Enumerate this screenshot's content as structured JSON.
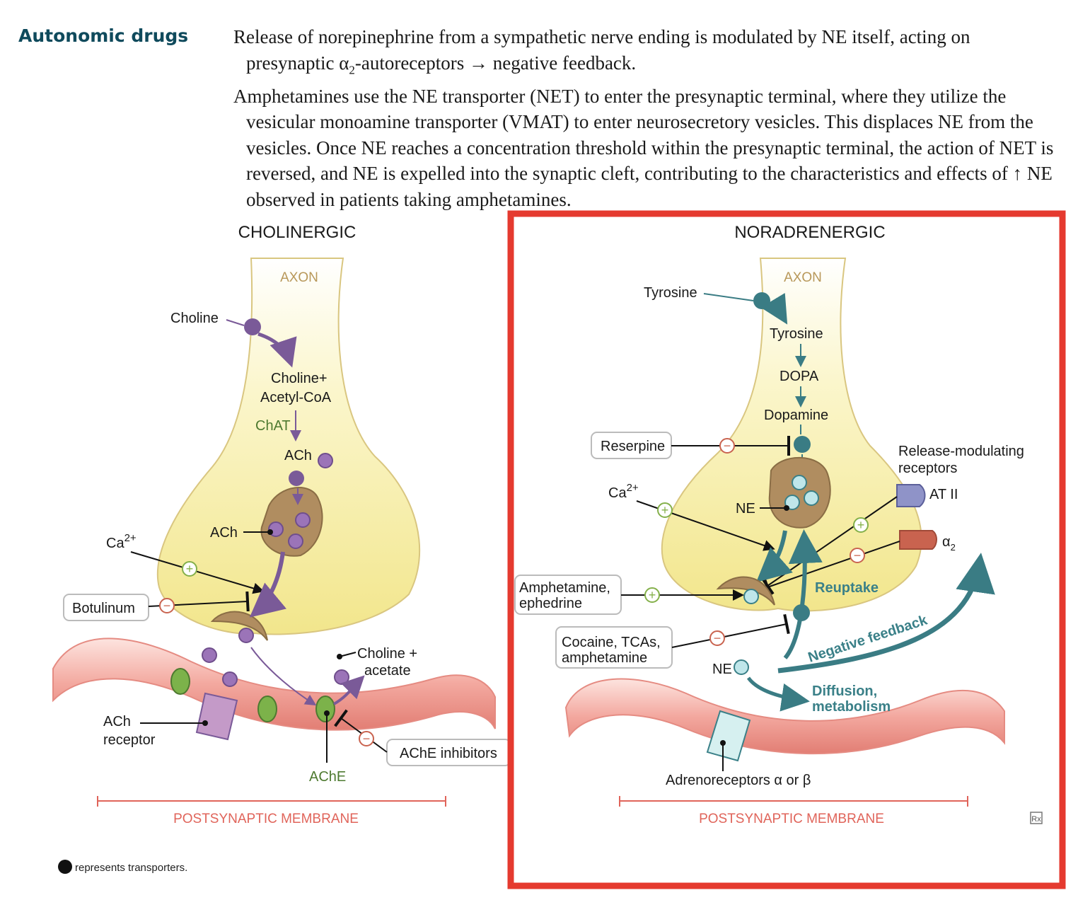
{
  "section": {
    "title": "Autonomic drugs"
  },
  "paragraphs": {
    "p1_a": "Release of norepinephrine from a sympathetic nerve ending is modulated by NE itself, acting on presynaptic α",
    "p1_sub": "2",
    "p1_b": "-autoreceptors → negative feedback.",
    "p2": "Amphetamines use the NE transporter (NET) to enter the presynaptic terminal, where they utilize the vesicular monoamine transporter (VMAT) to enter neurosecretory vesicles. This displaces NE from the vesicles. Once NE reaches a concentration threshold within the presynaptic terminal, the action of NET is reversed, and NE is expelled into the synaptic cleft, contributing to the characteristics and effects of ↑ NE observed in patients taking amphetamines."
  },
  "cholinergic": {
    "title": "CHOLINERGIC",
    "axon": "AXON",
    "choline": "Choline",
    "choline_plus": "Choline+",
    "acetyl_coa": "Acetyl-CoA",
    "chat": "ChAT",
    "ach_top": "ACh",
    "ach_vesicle": "ACh",
    "ca": "Ca",
    "ca_sup": "2+",
    "botulinum": "Botulinum",
    "choline_acetate_1": "Choline +",
    "choline_acetate_2": "acetate",
    "ach_receptor_1": "ACh",
    "ach_receptor_2": "receptor",
    "ache_inhibitors": "AChE inhibitors",
    "ache": "AChE",
    "membrane": "POSTSYNAPTIC MEMBRANE",
    "legend": "represents transporters."
  },
  "noradrenergic": {
    "title": "NORADRENERGIC",
    "axon": "AXON",
    "tyrosine_in": "Tyrosine",
    "tyrosine": "Tyrosine",
    "dopa": "DOPA",
    "dopamine": "Dopamine",
    "reserpine": "Reserpine",
    "release_mod_1": "Release-modulating",
    "release_mod_2": "receptors",
    "at2": "AT II",
    "alpha2": "α",
    "alpha2_sub": "2",
    "ca": "Ca",
    "ca_sup": "2+",
    "ne_vesicle": "NE",
    "amphetamine_1": "Amphetamine,",
    "amphetamine_2": "ephedrine",
    "reuptake": "Reuptake",
    "cocaine_1": "Cocaine, TCAs,",
    "cocaine_2": "amphetamine",
    "ne_cleft": "NE",
    "negative_feedback": "Negative feedback",
    "diffusion_1": "Diffusion,",
    "diffusion_2": "metabolism",
    "adrenoreceptors": "Adrenoreceptors α or β",
    "membrane": "POSTSYNAPTIC MEMBRANE",
    "rx": "Rx"
  },
  "colors": {
    "title_teal": "#0f4a5c",
    "highlight_red": "#e53a2f",
    "purple": "#7a5a98",
    "teal": "#3a7c84",
    "membrane_pink": "#f3a39a",
    "terminal_yellow": "#f6eda0"
  }
}
